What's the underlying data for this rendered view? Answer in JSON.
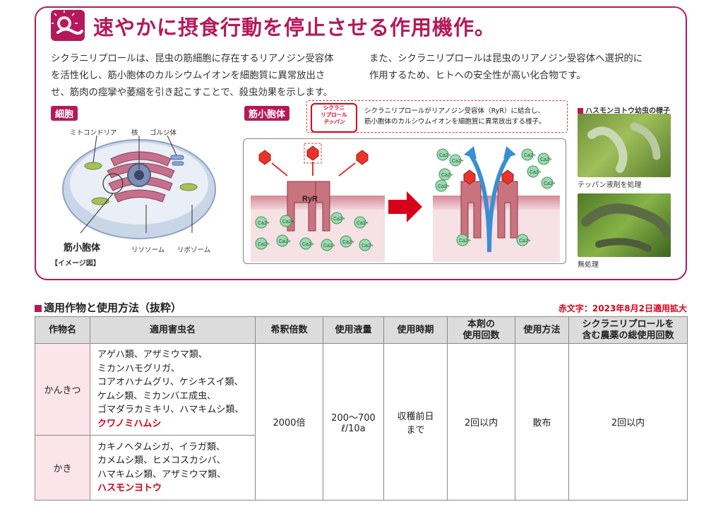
{
  "header": {
    "title": "速やかに摂食行動を停止させる作用機作。",
    "para1": [
      "シクラニリプロールは、昆虫の筋細胞に存在するリアノジン受容体",
      "を活性化し、筋小胞体のカルシウムイオンを細胞質に異常放出さ",
      "せ、筋肉の痙攣や萎縮を引き起こすことで、殺虫効果を示します。"
    ],
    "para2": [
      "また、シクラニリプロールは昆虫のリアノジン受容体へ選択的に",
      "作用するため、ヒトへの安全性が高い化合物です。"
    ]
  },
  "cell": {
    "tag": "細胞",
    "labels": {
      "mito": "ミトコンドリア",
      "nucleus": "核",
      "golgi": "ゴルジ体",
      "sr": "筋小胞体",
      "lysosome": "リソソーム",
      "ribosome": "リボゾーム"
    },
    "caption": "【イメージ図】"
  },
  "sr_diagram": {
    "tag": "筋小胞体",
    "badge": [
      "シクラニ",
      "リプロール",
      "テッパン"
    ],
    "callout": [
      "シクラニリプロールがリアノジン受容体（RyR）に結合し、",
      "筋小胞体のカルシウムイオンを細胞質に異常放出する様子。"
    ],
    "ryr": "RyR",
    "ca": "Ca",
    "ca_sup": "2+"
  },
  "larva": {
    "title": "ハスモンヨトウ幼虫の様子",
    "treated": "テッパン液剤を処理",
    "untreated": "無処理"
  },
  "table": {
    "section_title": "適用作物と使用方法（抜粋）",
    "note": "赤文字：2023年8月2日適用拡大",
    "headers": [
      "作物名",
      "適用害虫名",
      "希釈倍数",
      "使用液量",
      "使用時期",
      "本剤の\n使用回数",
      "使用方法",
      "シクラニリプロールを\n含む農薬の総使用回数"
    ],
    "rows": [
      {
        "crop": "かんきつ",
        "pests": [
          "アゲハ類、アザミウマ類、",
          "ミカンハモグリガ、",
          "コアオハナムグリ、ケシキスイ類、",
          "ケムシ類、ミカンバエ成虫、",
          "ゴマダラカミキリ、ハマキムシ類、"
        ],
        "pest_new": "クワノミハムシ"
      },
      {
        "crop": "かき",
        "pests": [
          "カキノヘタムシガ、イラガ類、",
          "カメムシ類、ヒメコスカシバ、",
          "ハマキムシ類、アザミウマ類、"
        ],
        "pest_new": "ハスモンヨトウ"
      }
    ],
    "shared": {
      "dilution": "2000倍",
      "volume": "200〜700\nℓ/10a",
      "timing": "収穫前日\nまで",
      "count": "2回以内",
      "method": "散布",
      "total": "2回以内"
    }
  },
  "colors": {
    "brand": "#b5195a",
    "red": "#d6001c",
    "header_bg": "#dcdcdc",
    "crop_bg": "#fbe4ea"
  }
}
